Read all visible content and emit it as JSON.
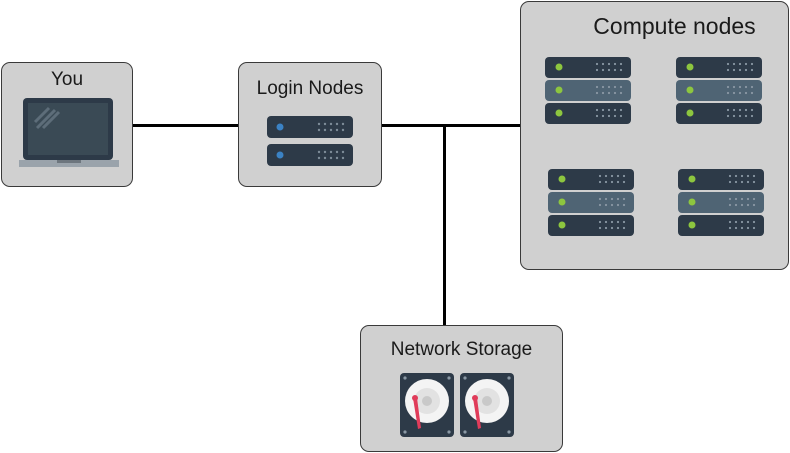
{
  "nodes": {
    "you": {
      "label": "You"
    },
    "login": {
      "label": "Login Nodes"
    },
    "compute": {
      "label": "Compute nodes"
    },
    "storage": {
      "label": "Network Storage"
    }
  },
  "colors": {
    "box_fill": "#d0d0d0",
    "box_border": "#3a3a3a",
    "server_body": "#2d3a48",
    "server_mid": "#4f6474",
    "led_green": "#8dc63f",
    "led_blue": "#3b82c4",
    "laptop_screen": "#3a4a55",
    "laptop_base": "#9aa3ab",
    "disk_needle": "#e03c5a"
  },
  "icons": {
    "laptop": "laptop-icon",
    "login_server": "server-icon",
    "compute_rack": "server-rack-icon",
    "storage_disk": "hard-disk-icon"
  }
}
